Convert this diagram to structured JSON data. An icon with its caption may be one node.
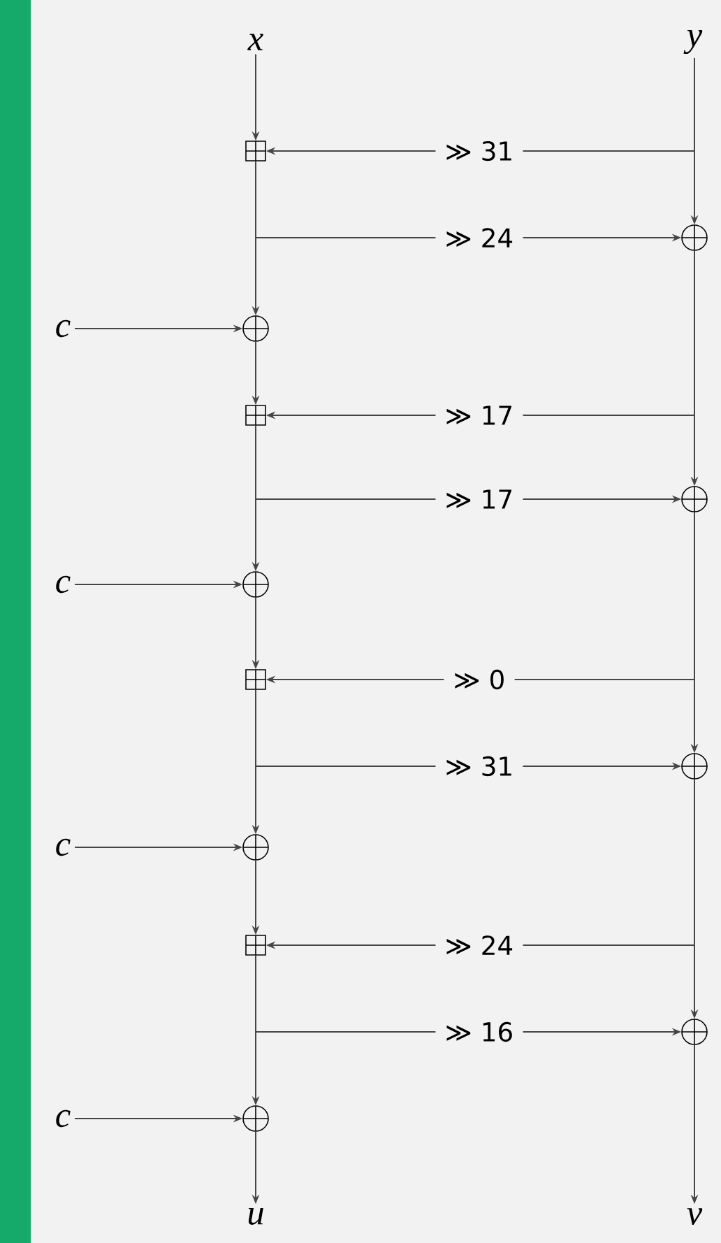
{
  "diagram": {
    "nodes": [
      {
        "text": [
          "x"
        ]
      },
      {
        "text": [
          "y"
        ]
      },
      {
        "text": [],
        "shape": "box"
      },
      {
        "text": [],
        "shape": "circle"
      },
      {
        "text": [
          "c"
        ]
      },
      {
        "text": [],
        "shape": "circle"
      },
      {
        "text": [],
        "shape": "box"
      },
      {
        "text": [],
        "shape": "circle"
      },
      {
        "text": [
          "c"
        ]
      },
      {
        "text": [],
        "shape": "circle"
      },
      {
        "text": [],
        "shape": "box"
      },
      {
        "text": [],
        "shape": "circle"
      },
      {
        "text": [
          "c"
        ]
      },
      {
        "text": [],
        "shape": "circle"
      },
      {
        "text": [],
        "shape": "box"
      },
      {
        "text": [],
        "shape": "circle"
      },
      {
        "text": [
          "c"
        ]
      },
      {
        "text": [],
        "shape": "circle"
      },
      {
        "text": [
          "u"
        ]
      },
      {
        "text": [
          "v"
        ]
      }
    ],
    "edges": [
      {
        "from": 0,
        "to": 2,
        "arrow": "to"
      },
      {
        "from": 1,
        "to": 2,
        "arrow": "to",
        "label": "≫ 31"
      },
      {
        "from": 1,
        "to": 3,
        "arrow": "to"
      },
      {
        "from": 2,
        "to": 3,
        "arrow": "to",
        "label": "≫ 24"
      },
      {
        "from": 2,
        "to": 5,
        "arrow": "to"
      },
      {
        "from": 4,
        "to": 5,
        "arrow": "to"
      },
      {
        "from": 5,
        "to": 6,
        "arrow": "to"
      },
      {
        "from": 3,
        "to": 6,
        "arrow": "to",
        "label": "≫ 17"
      },
      {
        "from": 3,
        "to": 7,
        "arrow": "to"
      },
      {
        "from": 6,
        "to": 7,
        "arrow": "to",
        "label": "≫ 17"
      },
      {
        "from": 6,
        "to": 9,
        "arrow": "to"
      },
      {
        "from": 8,
        "to": 9,
        "arrow": "to"
      },
      {
        "from": 9,
        "to": 10,
        "arrow": "to"
      },
      {
        "from": 7,
        "to": 10,
        "arrow": "to",
        "label": "≫ 0"
      },
      {
        "from": 7,
        "to": 11,
        "arrow": "to"
      },
      {
        "from": 10,
        "to": 11,
        "arrow": "to",
        "label": "≫ 31"
      },
      {
        "from": 10,
        "to": 13,
        "arrow": "to"
      },
      {
        "from": 12,
        "to": 13,
        "arrow": "to"
      },
      {
        "from": 13,
        "to": 14,
        "arrow": "to"
      },
      {
        "from": 11,
        "to": 14,
        "arrow": "to",
        "label": "≫ 24"
      },
      {
        "from": 11,
        "to": 15,
        "arrow": "to"
      },
      {
        "from": 14,
        "to": 15,
        "arrow": "to",
        "label": "≫ 16"
      },
      {
        "from": 14,
        "to": 17,
        "arrow": "to"
      },
      {
        "from": 16,
        "to": 17,
        "arrow": "to"
      },
      {
        "from": 17,
        "to": 18,
        "arrow": "to"
      },
      {
        "from": 15,
        "to": 19,
        "arrow": "to"
      }
    ]
  }
}
